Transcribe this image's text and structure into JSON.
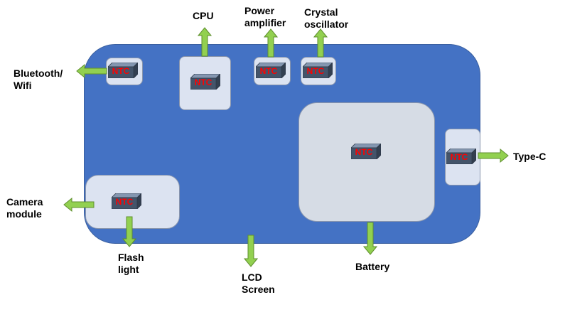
{
  "sensor_label": "NTC",
  "labels": {
    "cpu": "CPU",
    "power_amplifier": "Power\namplifier",
    "crystal_oscillator": "Crystal\noscillator",
    "bluetooth_wifi": "Bluetooth/\nWifi",
    "type_c": "Type-C",
    "camera_module": "Camera\nmodule",
    "flash_light": "Flash\nlight",
    "lcd_screen": "LCD\nScreen",
    "battery": "Battery"
  },
  "colors": {
    "board": "#4472C4",
    "module_box": "#DCE3F1",
    "battery_box": "#D6DCE5",
    "arrow": "#92D050",
    "ntc_text": "#FF0000",
    "ntc_block": "#44546A"
  }
}
